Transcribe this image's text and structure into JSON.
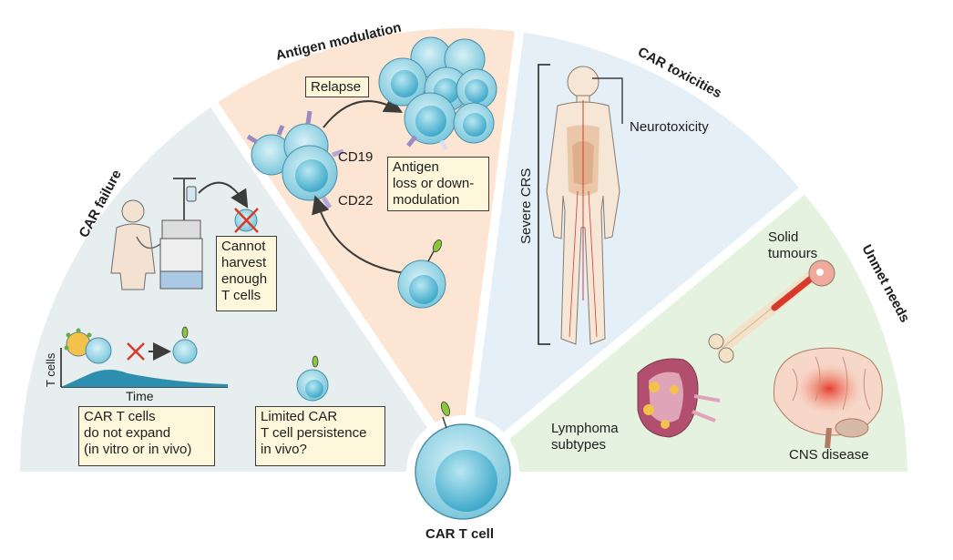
{
  "sectors": {
    "car_failure": "CAR failure",
    "antigen_modulation": "Antigen modulation",
    "car_toxicities": "CAR toxicities",
    "unmet_needs": "Unmet needs"
  },
  "center_label": "CAR T cell",
  "car_failure": {
    "cannot_harvest": [
      "Cannot",
      "harvest",
      "enough",
      "T cells"
    ],
    "graph_ylabel": "T cells",
    "graph_xlabel": "Time",
    "no_expand": [
      "CAR T cells",
      "do not expand",
      "(in vitro or in vivo)"
    ],
    "limited_persistence": [
      "Limited CAR",
      "T cell persistence",
      "in vivo?"
    ]
  },
  "antigen_modulation": {
    "relapse": "Relapse",
    "cd19": "CD19",
    "cd22": "CD22",
    "antigen_loss": [
      "Antigen",
      "loss or down-",
      "modulation"
    ]
  },
  "car_toxicities": {
    "neurotoxicity": "Neurotoxicity",
    "severe_crs": "Severe CRS"
  },
  "unmet_needs": {
    "solid_tumours": [
      "Solid",
      "tumours"
    ],
    "lymphoma_subtypes": [
      "Lymphoma",
      "subtypes"
    ],
    "cns_disease": "CNS disease"
  },
  "colors": {
    "car_failure_bg": "#e6eeef",
    "antigen_bg": "#fce6d3",
    "toxicities_bg": "#e4eff8",
    "unmet_bg": "#e4f2df",
    "cell": "#8fd3e4",
    "box_fill": "#fff7dc"
  }
}
